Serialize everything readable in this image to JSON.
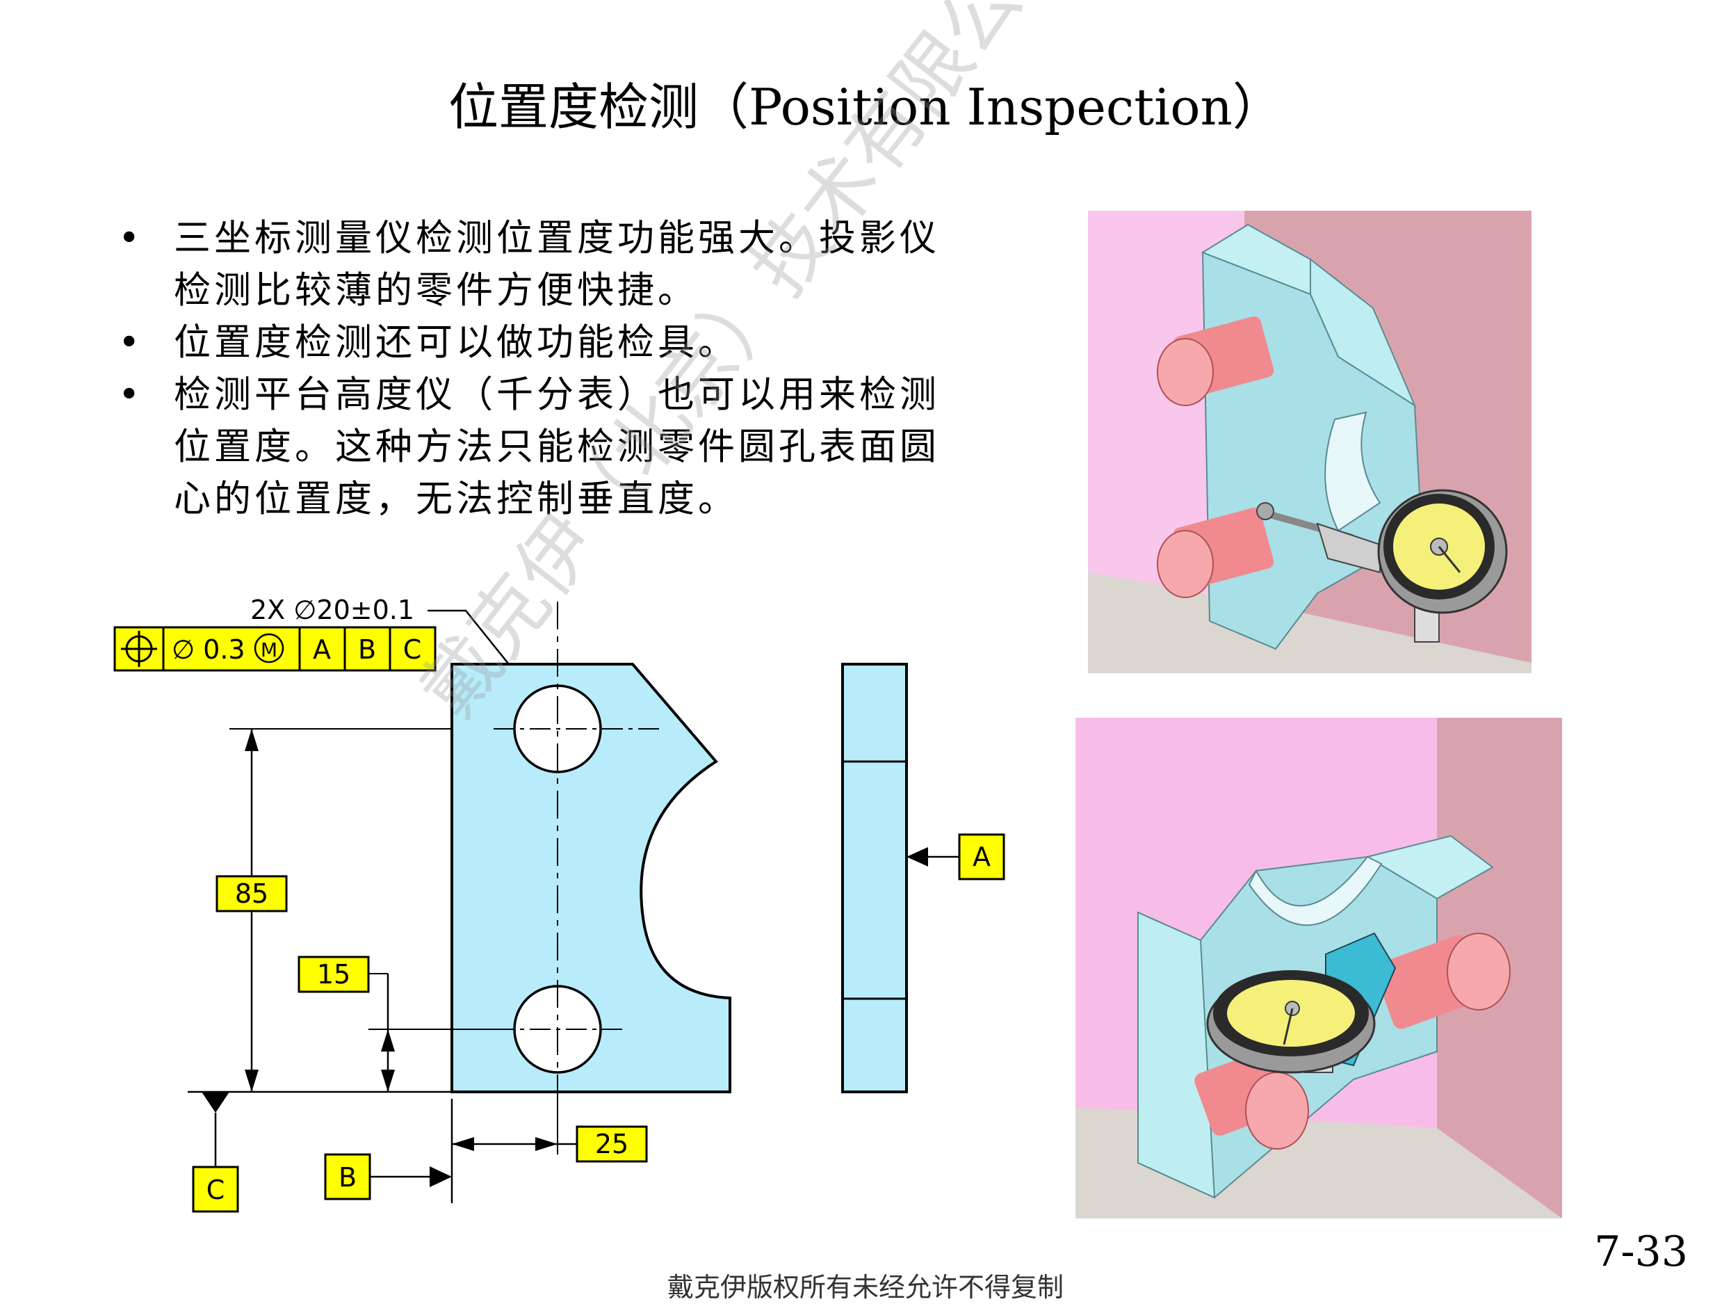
{
  "title": "位置度检测（Position Inspection）",
  "bullets": [
    "三坐标测量仪检测位置度功能强大。投影仪检测比较薄的零件方便快捷。",
    "位置度检测还可以做功能检具。",
    "检测平台高度仪（千分表）也可以用来检测位置度。这种方法只能检测零件圆孔表面圆心的位置度，无法控制垂直度。"
  ],
  "bullet_marker": "•",
  "drawing": {
    "hole_callout": "2X ∅20±0.1",
    "fcf": {
      "symbol": "⌖",
      "tolerance": "∅ 0.3",
      "modifier": "M",
      "datums": [
        "A",
        "B",
        "C"
      ]
    },
    "dim_85": "85",
    "dim_15": "15",
    "dim_25": "25",
    "datum_a": "A",
    "datum_b": "B",
    "datum_c": "C"
  },
  "watermark": "戴克伊（北京）技术有限公司",
  "page_number": "7-33",
  "footer": "戴克伊版权所有未经允许不得复制",
  "colors": {
    "part_fill": "#b8ecfb",
    "callout_fill": "#ffff00",
    "wall_pink": "#f9c6ec",
    "wall_rose": "#d9a3ad",
    "floor": "#dcd6d0",
    "pin_red": "#f08a8f"
  }
}
